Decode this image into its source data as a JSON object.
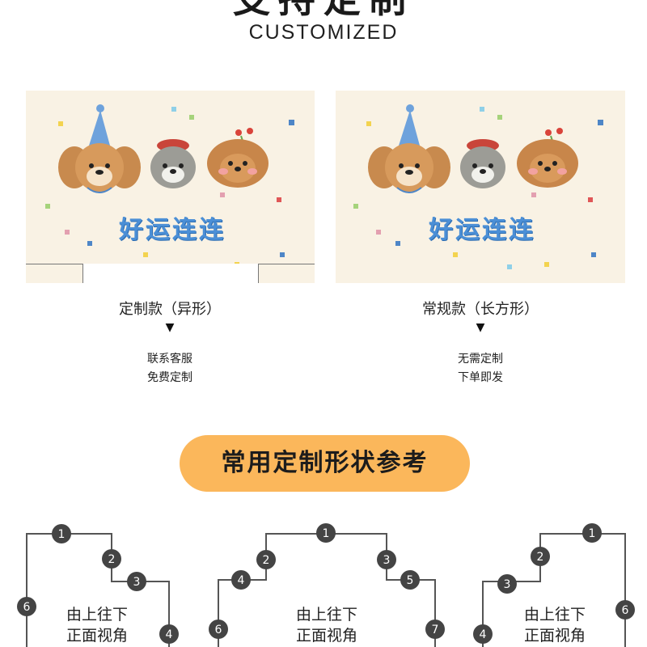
{
  "header": {
    "title_cn": "支持定制",
    "title_en": "CUSTOMIZED"
  },
  "products": [
    {
      "artwork_text": "好运连连",
      "caption": "定制款（异形）",
      "arrow": "▼",
      "note_line1": "联系客服",
      "note_line2": "免费定制"
    },
    {
      "artwork_text": "好运连连",
      "caption": "常规款（长方形）",
      "arrow": "▼",
      "note_line1": "无需定制",
      "note_line2": "下单即发"
    }
  ],
  "reference": {
    "title": "常用定制形状参考",
    "view_line1": "由上往下",
    "view_line2": "正面视角",
    "shape1_markers": [
      "1",
      "2",
      "3",
      "4",
      "6"
    ],
    "shape2_markers": [
      "1",
      "2",
      "3",
      "4",
      "5",
      "6",
      "7"
    ],
    "shape3_markers": [
      "1",
      "2",
      "3",
      "4",
      "6"
    ]
  },
  "colors": {
    "panel": "#f9f2e4",
    "accent": "#fbb75b",
    "marker": "#444444",
    "fortune_text": "#4b8fd6"
  }
}
